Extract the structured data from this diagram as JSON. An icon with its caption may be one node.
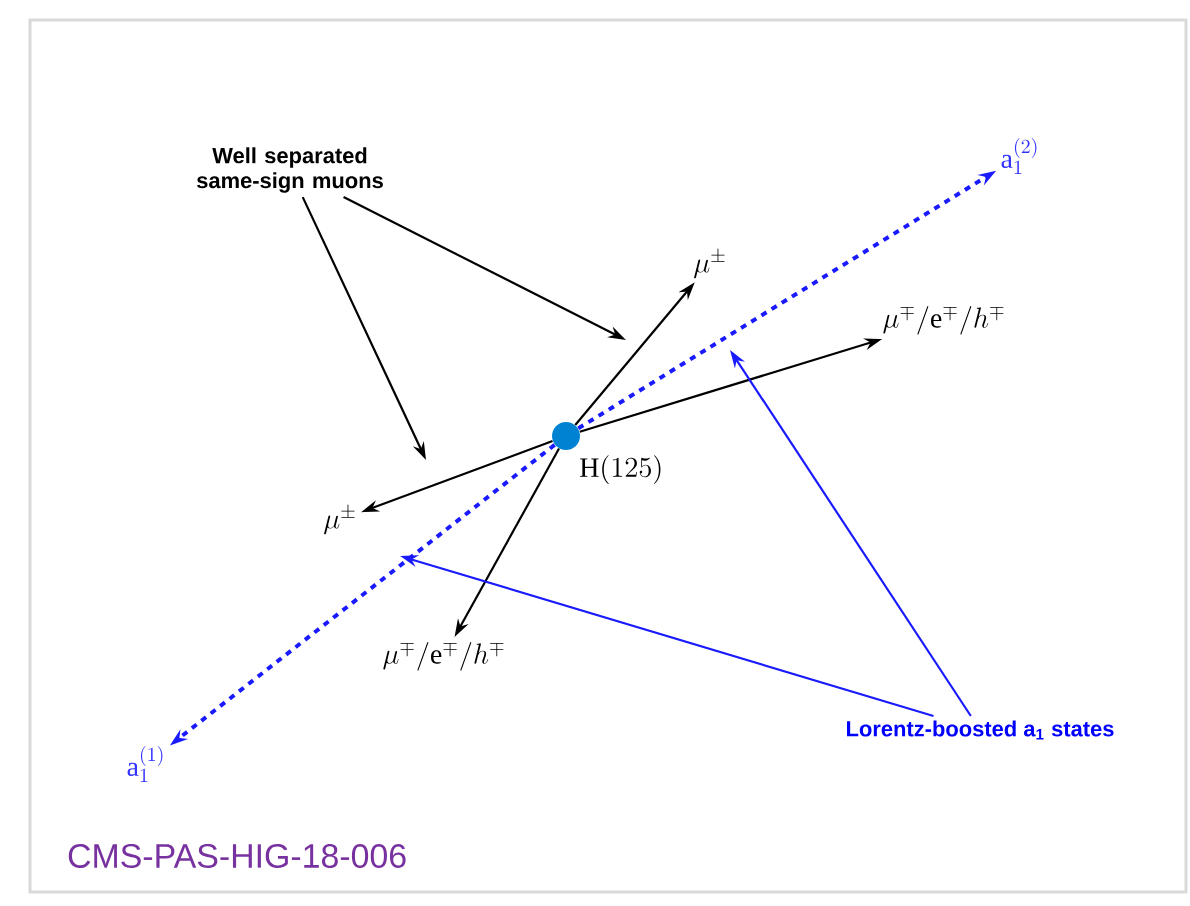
{
  "diagram": {
    "nodes": [
      {
        "text": [
          "Well separated same-sign muons"
        ]
      },
      {
        "text": [],
        "shape": "circle",
        "beside": [
          "\\mathrm{H}(125)"
        ]
      },
      {
        "text": [
          "\\mathrm{a}_1^{(2)}"
        ]
      },
      {
        "text": [
          "\\mathrm{a}_1^{(1)}"
        ]
      },
      {
        "text": [
          "\\mu^{\\pm}"
        ]
      },
      {
        "text": [
          "\\mu^{\\mp}/\\mathrm{e}^{\\mp}/h^{\\mp}"
        ]
      },
      {
        "text": [
          "\\mu^{\\pm}"
        ]
      },
      {
        "text": [
          "\\mu^{\\mp}/\\mathrm{e}^{\\mp}/h^{\\mp}"
        ]
      },
      {
        "text": [
          "Lorentz-boosted a$_{1}$ states"
        ]
      }
    ],
    "edges": [
      {
        "from": 1,
        "to": 2,
        "arrow": "to",
        "style": "dashed",
        "color": "#1a1aff"
      },
      {
        "from": 1,
        "to": 3,
        "arrow": "to",
        "style": "dashed",
        "color": "#1a1aff"
      },
      {
        "from": 1,
        "to": 4,
        "arrow": "to"
      },
      {
        "from": 1,
        "to": 5,
        "arrow": "to"
      },
      {
        "from": 1,
        "to": 6,
        "arrow": "to"
      },
      {
        "from": 1,
        "to": 7,
        "arrow": "to"
      },
      {
        "from": 0,
        "to": null,
        "arrow": "to"
      },
      {
        "from": 0,
        "to": null,
        "arrow": "to"
      },
      {
        "from": 8,
        "to": null,
        "arrow": "to",
        "color": "#1a1aff"
      },
      {
        "from": 8,
        "to": null,
        "arrow": "to",
        "color": "#1a1aff"
      }
    ],
    "labels": [
      "CMS-PAS-HIG-18-006"
    ]
  }
}
